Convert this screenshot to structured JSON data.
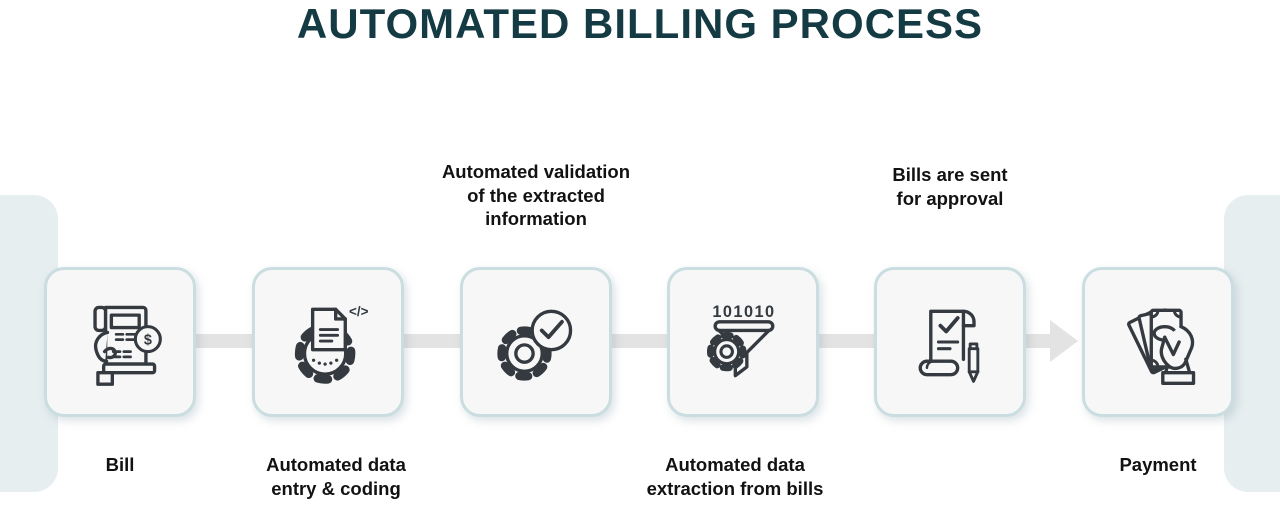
{
  "title": "AUTOMATED BILLING PROCESS",
  "steps": [
    {
      "label": "Bill",
      "label_position": "below",
      "icon": "bill-in-hand-icon"
    },
    {
      "label": "Automated data\nentry & coding",
      "label_position": "below",
      "icon": "document-gear-code-icon"
    },
    {
      "label": "Automated validation\nof the extracted\ninformation",
      "label_position": "above",
      "icon": "gear-checkmark-icon"
    },
    {
      "label": "Automated data\nextraction from bills",
      "label_position": "below",
      "icon": "binary-funnel-gear-icon"
    },
    {
      "label": "Bills are sent\nfor approval",
      "label_position": "above",
      "icon": "approved-document-pen-icon"
    },
    {
      "label": "Payment",
      "label_position": "below",
      "icon": "cash-in-hand-icon"
    }
  ],
  "icon_text": {
    "binary": "101010",
    "code": "</>",
    "dollar": "$"
  },
  "colors": {
    "title_text": "#143b43",
    "label_text": "#121212",
    "box_fill": "#f7f7f7",
    "box_border": "#cadde1",
    "connector": "#e3e3e3",
    "side_panel": "#e6eef0",
    "icon_stroke": "#343a40"
  }
}
